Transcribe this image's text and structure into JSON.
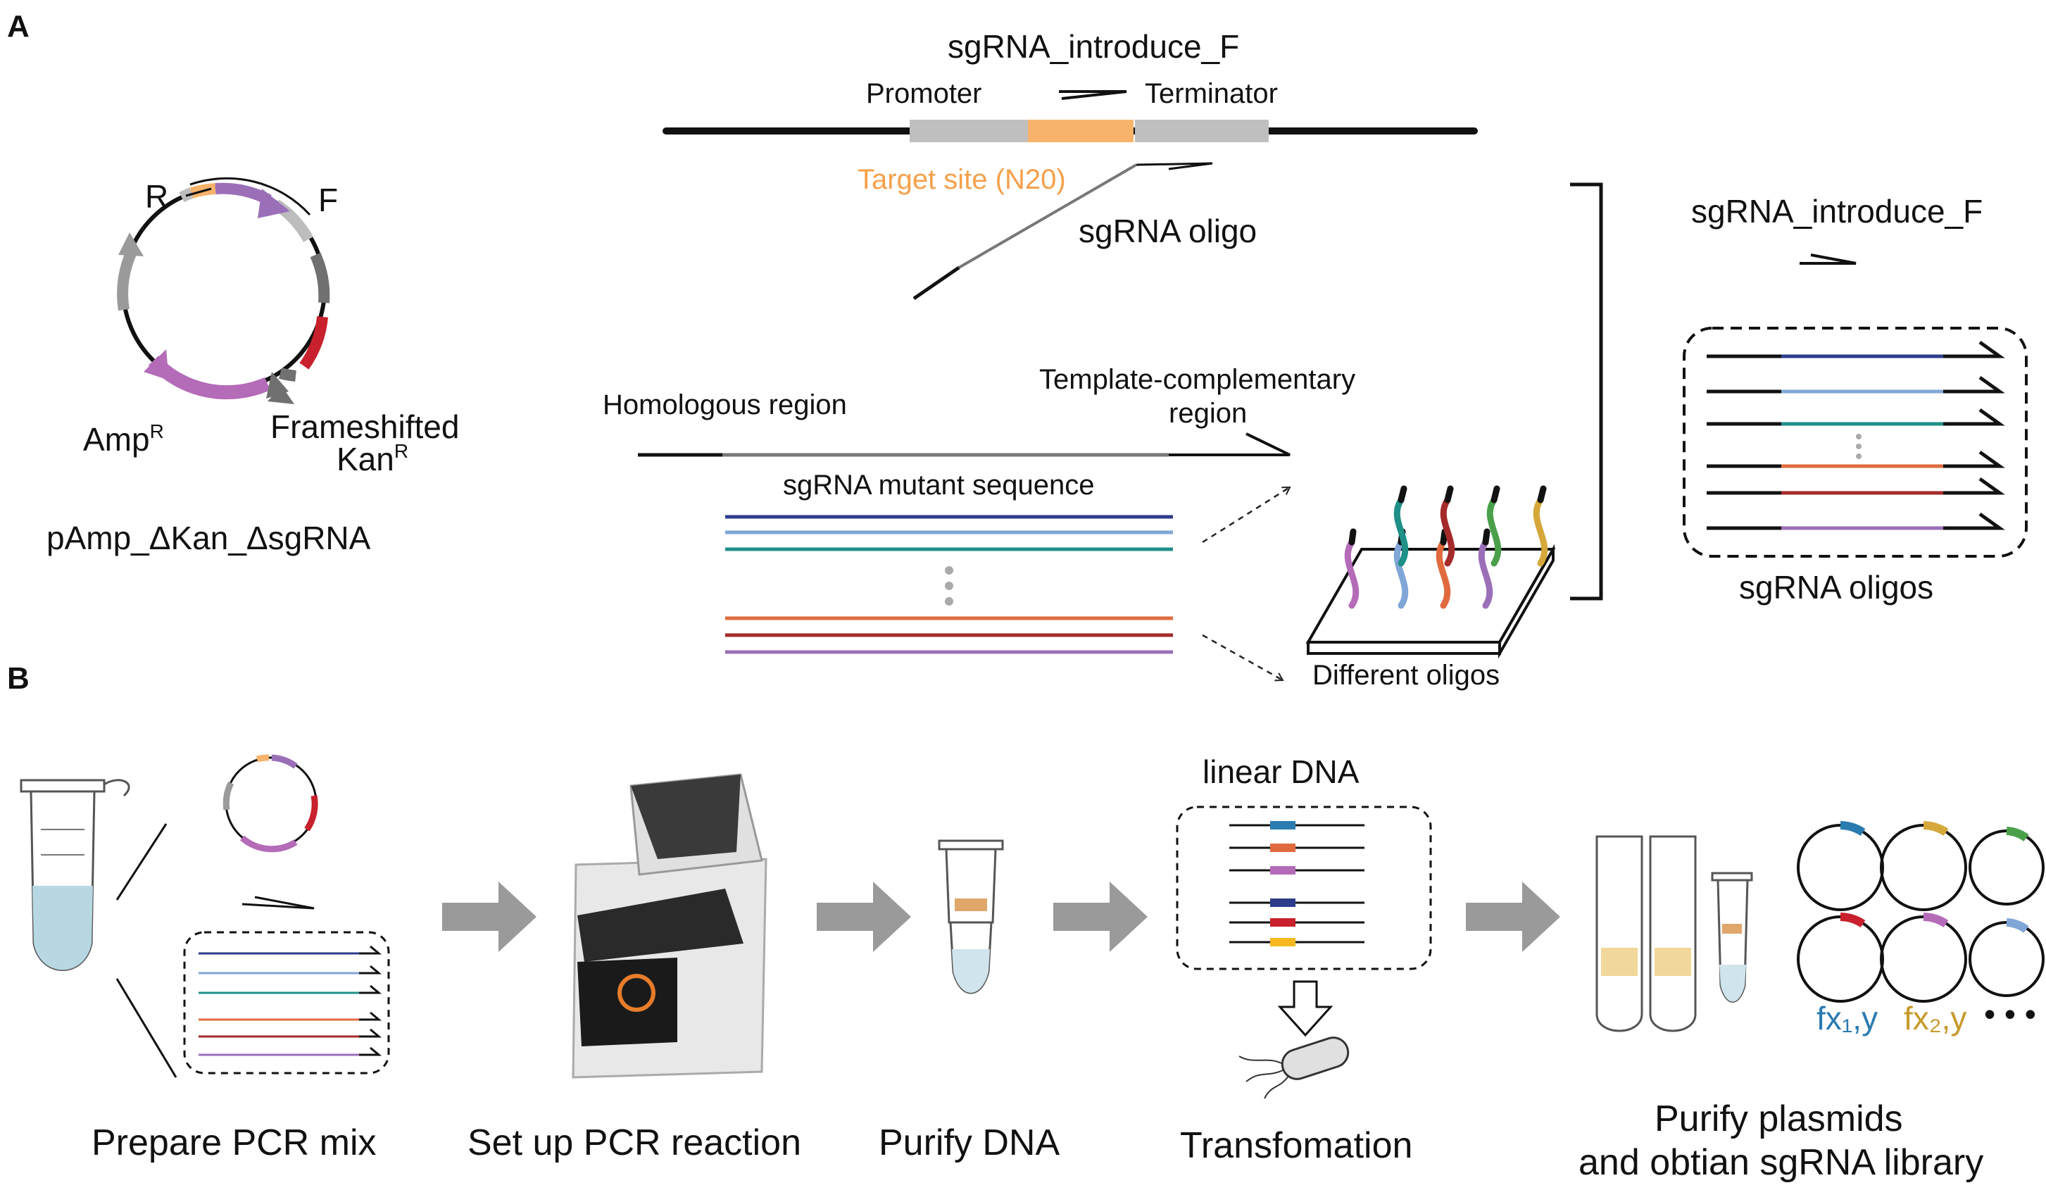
{
  "panels": {
    "a": "A",
    "b": "B"
  },
  "panel_a": {
    "plasmid": {
      "name": "pAmp_ΔKan_ΔsgRNA",
      "primer_r": "R",
      "primer_f": "F",
      "amp_label": "Amp",
      "amp_sup": "R",
      "kan_label_line1": "Frameshifted",
      "kan_label_line2": "Kan",
      "kan_sup": "R"
    },
    "construct": {
      "primer_name": "sgRNA_introduce_F",
      "promoter": "Promoter",
      "terminator": "Terminator",
      "target_site": "Target site (N20)",
      "oligo_name": "sgRNA oligo"
    },
    "oligo_design": {
      "homologous_region": "Homologous region",
      "template_complementary_line1": "Template-complementary",
      "template_complementary_line2": "region",
      "mutant_sequence": "sgRNA mutant sequence",
      "different_oligos": "Different oligos"
    },
    "library": {
      "primer_name": "sgRNA_introduce_F",
      "oligos_label": "sgRNA oligos"
    }
  },
  "panel_b": {
    "steps": [
      {
        "label": "Prepare PCR mix"
      },
      {
        "label": "Set up PCR reaction"
      },
      {
        "label": "Purify DNA"
      },
      {
        "label": "Transfomation"
      },
      {
        "label_line1": "Purify plasmids",
        "label_line2": "and obtian sgRNA library"
      }
    ],
    "linear_dna": "linear DNA",
    "fx1": "fx₁,y",
    "fx2": "fx₂,y",
    "ellipsis": "• • •"
  },
  "colors": {
    "navy": "#2e3c8c",
    "light_blue": "#7fa6d6",
    "teal": "#1f9088",
    "orange_red": "#e06a3e",
    "dark_red": "#a52a2a",
    "purple": "#9b6fb8",
    "target_orange": "#f7b36b",
    "amp_magenta": "#b46bb8",
    "kan_red": "#c8202c",
    "green": "#4aa04a",
    "gold": "#d6a83a",
    "arrow_gray": "#9a9a9a"
  }
}
